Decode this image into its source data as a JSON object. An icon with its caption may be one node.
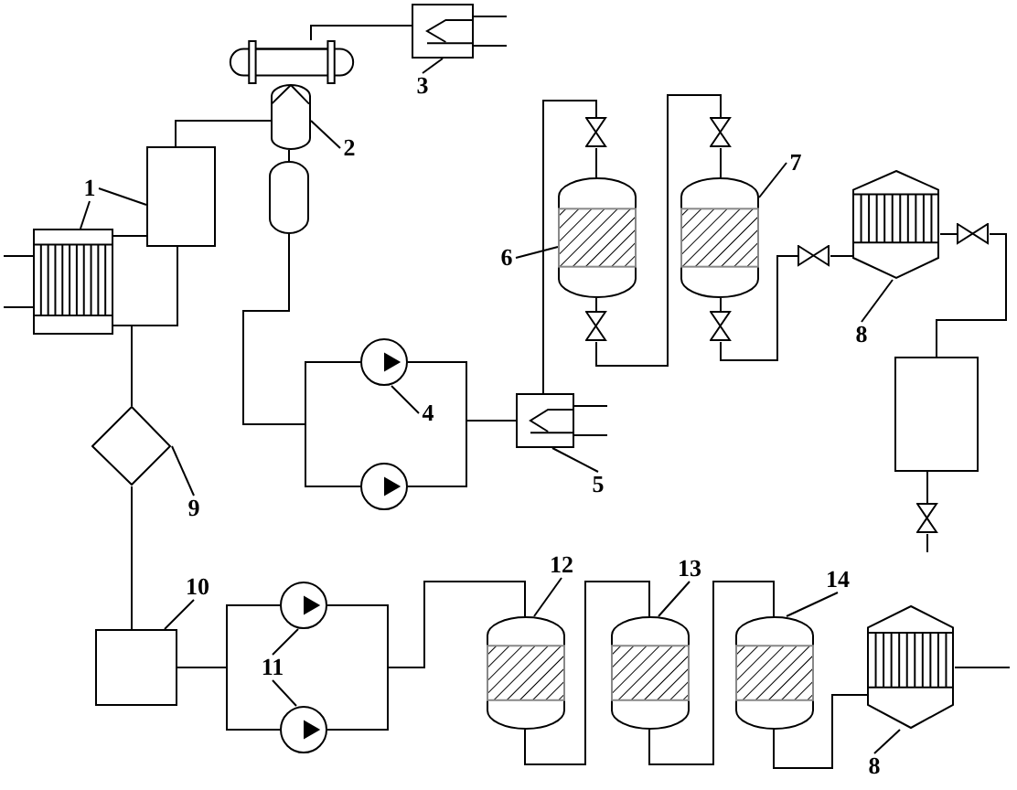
{
  "diagram": {
    "nodes": [
      {
        "text": [
          "1"
        ]
      },
      {
        "text": [],
        "shape": "box"
      },
      {
        "text": [],
        "shape": "box"
      },
      {
        "text": [
          "2"
        ]
      },
      {
        "text": [],
        "shape": "cylinder"
      },
      {
        "text": [],
        "shape": "cylinder"
      },
      {
        "text": [],
        "shape": "cylinder"
      },
      {
        "text": [],
        "shape": "box"
      },
      {
        "text": [
          "3"
        ]
      },
      {
        "text": [
          "4"
        ]
      },
      {
        "text": [],
        "shape": "circle"
      },
      {
        "text": [],
        "shape": "circle"
      },
      {
        "text": [],
        "shape": "box"
      },
      {
        "text": [
          "5"
        ]
      },
      {
        "text": [
          "6"
        ]
      },
      {
        "text": [],
        "shape": "cylinder"
      },
      {
        "text": [],
        "shape": "cylinder"
      },
      {
        "text": [
          "7"
        ]
      },
      {
        "text": [],
        "shape": "valve"
      },
      {
        "text": [],
        "shape": "valve"
      },
      {
        "text": [],
        "shape": "valve"
      },
      {
        "text": [],
        "shape": "valve"
      },
      {
        "text": [],
        "shape": "valve"
      },
      {
        "text": [],
        "shape": "box"
      },
      {
        "text": [
          "8"
        ]
      },
      {
        "text": [],
        "shape": "valve"
      },
      {
        "text": [],
        "shape": "box"
      },
      {
        "text": [],
        "shape": "valve"
      },
      {
        "text": [],
        "shape": "diamond"
      },
      {
        "text": [
          "9"
        ]
      },
      {
        "text": [],
        "shape": "box"
      },
      {
        "text": [
          "10"
        ]
      },
      {
        "text": [],
        "shape": "circle"
      },
      {
        "text": [],
        "shape": "circle"
      },
      {
        "text": [
          "11"
        ]
      },
      {
        "text": [
          "12"
        ]
      },
      {
        "text": [
          "13"
        ]
      },
      {
        "text": [
          "14"
        ]
      },
      {
        "text": [],
        "shape": "cylinder"
      },
      {
        "text": [],
        "shape": "cylinder"
      },
      {
        "text": [],
        "shape": "cylinder"
      },
      {
        "text": [],
        "shape": "box"
      },
      {
        "text": [
          "8"
        ]
      }
    ],
    "edges": [
      {
        "from": 0,
        "to": 1,
        "arrow": "none"
      },
      {
        "from": 0,
        "to": 2,
        "arrow": "none"
      },
      {
        "from": 3,
        "to": 5,
        "arrow": "none"
      },
      {
        "from": 8,
        "to": 7,
        "arrow": "none"
      },
      {
        "from": 9,
        "to": 10,
        "arrow": "none"
      },
      {
        "from": 13,
        "to": 12,
        "arrow": "none"
      },
      {
        "from": 14,
        "to": 15,
        "arrow": "none"
      },
      {
        "from": 17,
        "to": 16,
        "arrow": "none"
      },
      {
        "from": 24,
        "to": 23,
        "arrow": "none"
      },
      {
        "from": 29,
        "to": 28,
        "arrow": "none"
      },
      {
        "from": 31,
        "to": 30,
        "arrow": "none"
      },
      {
        "from": 34,
        "to": 32,
        "arrow": "none"
      },
      {
        "from": 34,
        "to": 33,
        "arrow": "none"
      },
      {
        "from": 35,
        "to": 38,
        "arrow": "none"
      },
      {
        "from": 36,
        "to": 39,
        "arrow": "none"
      },
      {
        "from": 37,
        "to": 40,
        "arrow": "none"
      },
      {
        "from": 42,
        "to": 41,
        "arrow": "none"
      },
      {
        "from": null,
        "to": 2,
        "arrow": "none"
      },
      {
        "from": null,
        "to": 2,
        "arrow": "none"
      },
      {
        "from": 2,
        "to": 1,
        "arrow": "none"
      },
      {
        "from": 2,
        "to": 1,
        "arrow": "none"
      },
      {
        "from": 2,
        "to": 28,
        "arrow": "none"
      },
      {
        "from": 1,
        "to": 5,
        "arrow": "none"
      },
      {
        "from": 4,
        "to": 7,
        "arrow": "none"
      },
      {
        "from": 5,
        "to": 6,
        "arrow": "none"
      },
      {
        "from": 6,
        "to": 10,
        "arrow": "none"
      },
      {
        "from": 6,
        "to": 11,
        "arrow": "none"
      },
      {
        "from": 10,
        "to": 12,
        "arrow": "none"
      },
      {
        "from": 11,
        "to": 12,
        "arrow": "none"
      },
      {
        "from": 12,
        "to": null,
        "arrow": "none"
      },
      {
        "from": 12,
        "to": null,
        "arrow": "none"
      },
      {
        "from": 7,
        "to": null,
        "arrow": "none"
      },
      {
        "from": 7,
        "to": null,
        "arrow": "none"
      },
      {
        "from": 12,
        "to": 18,
        "arrow": "none"
      },
      {
        "from": 18,
        "to": 15,
        "arrow": "none"
      },
      {
        "from": 15,
        "to": 19,
        "arrow": "none"
      },
      {
        "from": 19,
        "to": 20,
        "arrow": "none"
      },
      {
        "from": 20,
        "to": 16,
        "arrow": "none"
      },
      {
        "from": 16,
        "to": 21,
        "arrow": "none"
      },
      {
        "from": 21,
        "to": 22,
        "arrow": "none"
      },
      {
        "from": 22,
        "to": 23,
        "arrow": "none"
      },
      {
        "from": 23,
        "to": 25,
        "arrow": "none"
      },
      {
        "from": 25,
        "to": 26,
        "arrow": "none"
      },
      {
        "from": 26,
        "to": 27,
        "arrow": "none"
      },
      {
        "from": 27,
        "to": null,
        "arrow": "none"
      },
      {
        "from": 28,
        "to": 30,
        "arrow": "none"
      },
      {
        "from": 30,
        "to": 32,
        "arrow": "none"
      },
      {
        "from": 30,
        "to": 33,
        "arrow": "none"
      },
      {
        "from": 32,
        "to": 38,
        "arrow": "none"
      },
      {
        "from": 33,
        "to": 38,
        "arrow": "none"
      },
      {
        "from": 38,
        "to": 39,
        "arrow": "none"
      },
      {
        "from": 39,
        "to": 40,
        "arrow": "none"
      },
      {
        "from": 40,
        "to": 41,
        "arrow": "none"
      },
      {
        "from": 41,
        "to": null,
        "arrow": "none"
      }
    ]
  }
}
